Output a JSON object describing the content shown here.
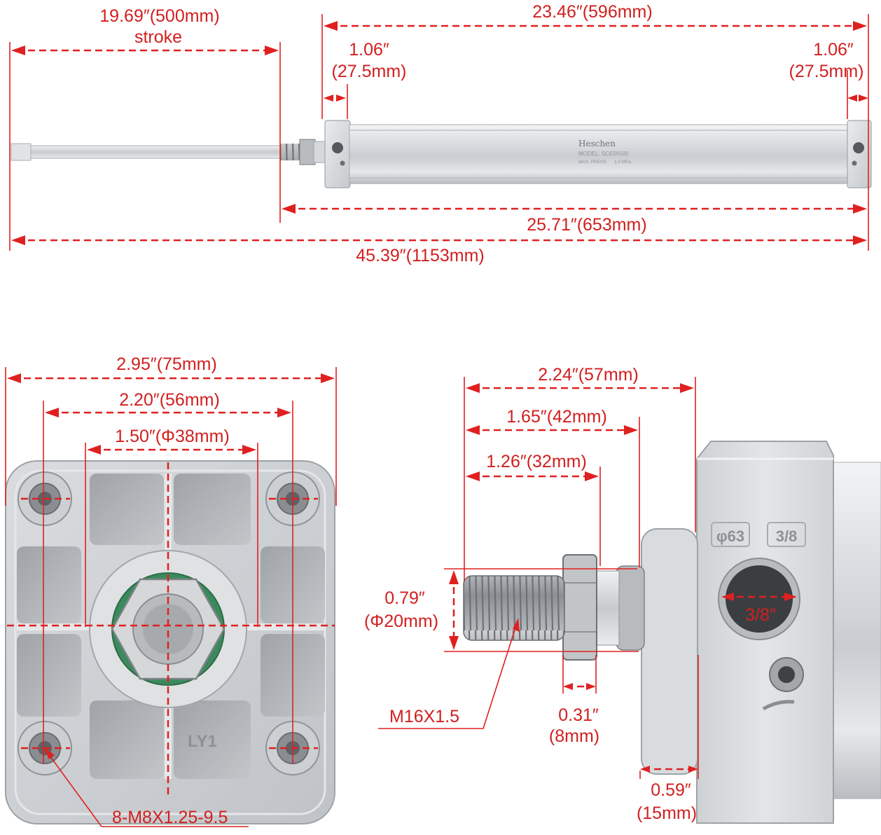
{
  "colors": {
    "dimension": "#e02020",
    "aluminum": "#d4d7da",
    "background": "#ffffff"
  },
  "top_view": {
    "stroke_value": "19.69″(500mm)",
    "stroke_label": "stroke",
    "body_length": "23.46″(596mm)",
    "left_cap_inch": "1.06″",
    "left_cap_mm": "(27.5mm)",
    "right_cap_inch": "1.06″",
    "right_cap_mm": "(27.5mm)",
    "retracted_length": "25.71″(653mm)",
    "extended_length": "45.39″(1153mm)",
    "brand": "Heschen",
    "model": "MODEL: SC63X500",
    "max_press": "MAX. PRESS",
    "pressure": "1.0 MPa"
  },
  "end_view": {
    "width_outer": "2.95″(75mm)",
    "bolt_spacing": "2.20″(56mm)",
    "boss_diameter": "1.50″(Φ38mm)",
    "mounting_threads": "8-M8X1.25-9.5",
    "casting_mark": "LY1"
  },
  "side_view": {
    "total_rod": "2.24″(57mm)",
    "rod_to_nut": "1.65″(42mm)",
    "thread_length": "1.26″(32mm)",
    "thread_diam_inch": "0.79″",
    "thread_diam_mm": "(Φ20mm)",
    "thread_spec": "M16X1.5",
    "nut_inch": "0.31″",
    "nut_mm": "(8mm)",
    "boss_inch": "0.59″",
    "boss_mm": "(15mm)",
    "port_size": "3/8″",
    "bore_mark": "φ63",
    "port_mark": "3/8"
  }
}
